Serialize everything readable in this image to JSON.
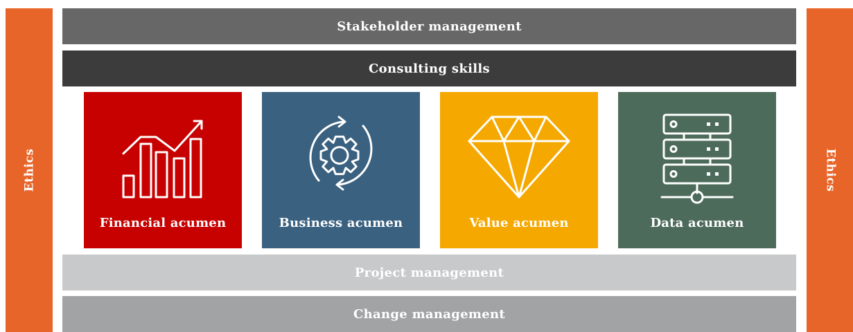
{
  "ethics_left": "Ethics",
  "ethics_right": "Ethics",
  "bands": {
    "stakeholder": "Stakeholder management",
    "consulting": "Consulting skills",
    "project": "Project management",
    "change": "Change management"
  },
  "tiles": [
    {
      "label": "Financial acumen",
      "icon": "growth-chart-icon",
      "color": "#c70000"
    },
    {
      "label": "Business acumen",
      "icon": "gear-cycle-icon",
      "color": "#3a6180"
    },
    {
      "label": "Value acumen",
      "icon": "diamond-icon",
      "color": "#f5a800"
    },
    {
      "label": "Data acumen",
      "icon": "server-icon",
      "color": "#4d6b5b"
    }
  ],
  "colors": {
    "ethics": "#e8652a",
    "stakeholder": "#676767",
    "consulting": "#3c3c3c",
    "project": "#c8c9cb",
    "change": "#a2a3a5"
  }
}
